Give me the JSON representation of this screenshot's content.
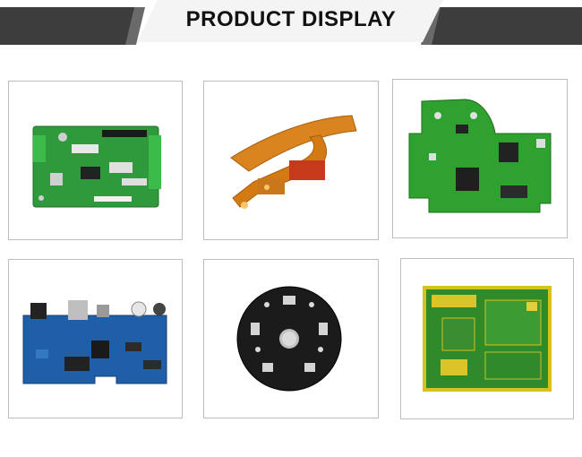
{
  "banner": {
    "title": "PRODUCT DISPLAY"
  },
  "products": [
    {
      "name": "green-control-pcb",
      "board_color": "#2e9a3c"
    },
    {
      "name": "flexible-polyimide-pcb",
      "board_color": "#d9841e"
    },
    {
      "name": "green-sensor-pcb",
      "board_color": "#2fa12e"
    },
    {
      "name": "blue-av-pcb",
      "board_color": "#1f5fa8"
    },
    {
      "name": "black-round-led-pcb",
      "board_color": "#1b1b1b"
    },
    {
      "name": "gold-bga-pcb",
      "board_color": "#b8c41e"
    }
  ],
  "colors": {
    "banner_dark": "#3a3a3a",
    "banner_light": "#f2f2f2",
    "tile_border": "#bdbdbd"
  }
}
